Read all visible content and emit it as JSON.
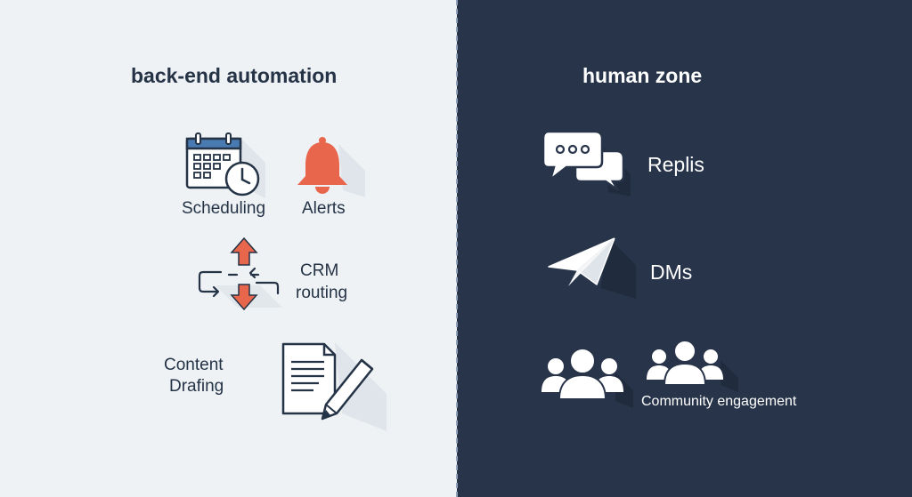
{
  "left": {
    "heading": "back-end automation",
    "items": {
      "scheduling": "Scheduling",
      "alerts": "Alerts",
      "crm_line1": "CRM",
      "crm_line2": "routing",
      "content_line1": "Content",
      "content_line2": "Drafing"
    }
  },
  "right": {
    "heading": "human zone",
    "items": {
      "replies": "Replis",
      "dms": "DMs",
      "community": "Community engagement"
    }
  },
  "colors": {
    "left_bg": "#eef2f5",
    "right_bg": "#283449",
    "accent": "#e8674c",
    "icon_outline": "#253346",
    "calendar_header": "#4a7ab2"
  },
  "icons": [
    "calendar-clock-icon",
    "bell-icon",
    "routing-arrows-icon",
    "document-pencil-icon",
    "chat-bubbles-icon",
    "paper-plane-icon",
    "people-group-icon"
  ]
}
